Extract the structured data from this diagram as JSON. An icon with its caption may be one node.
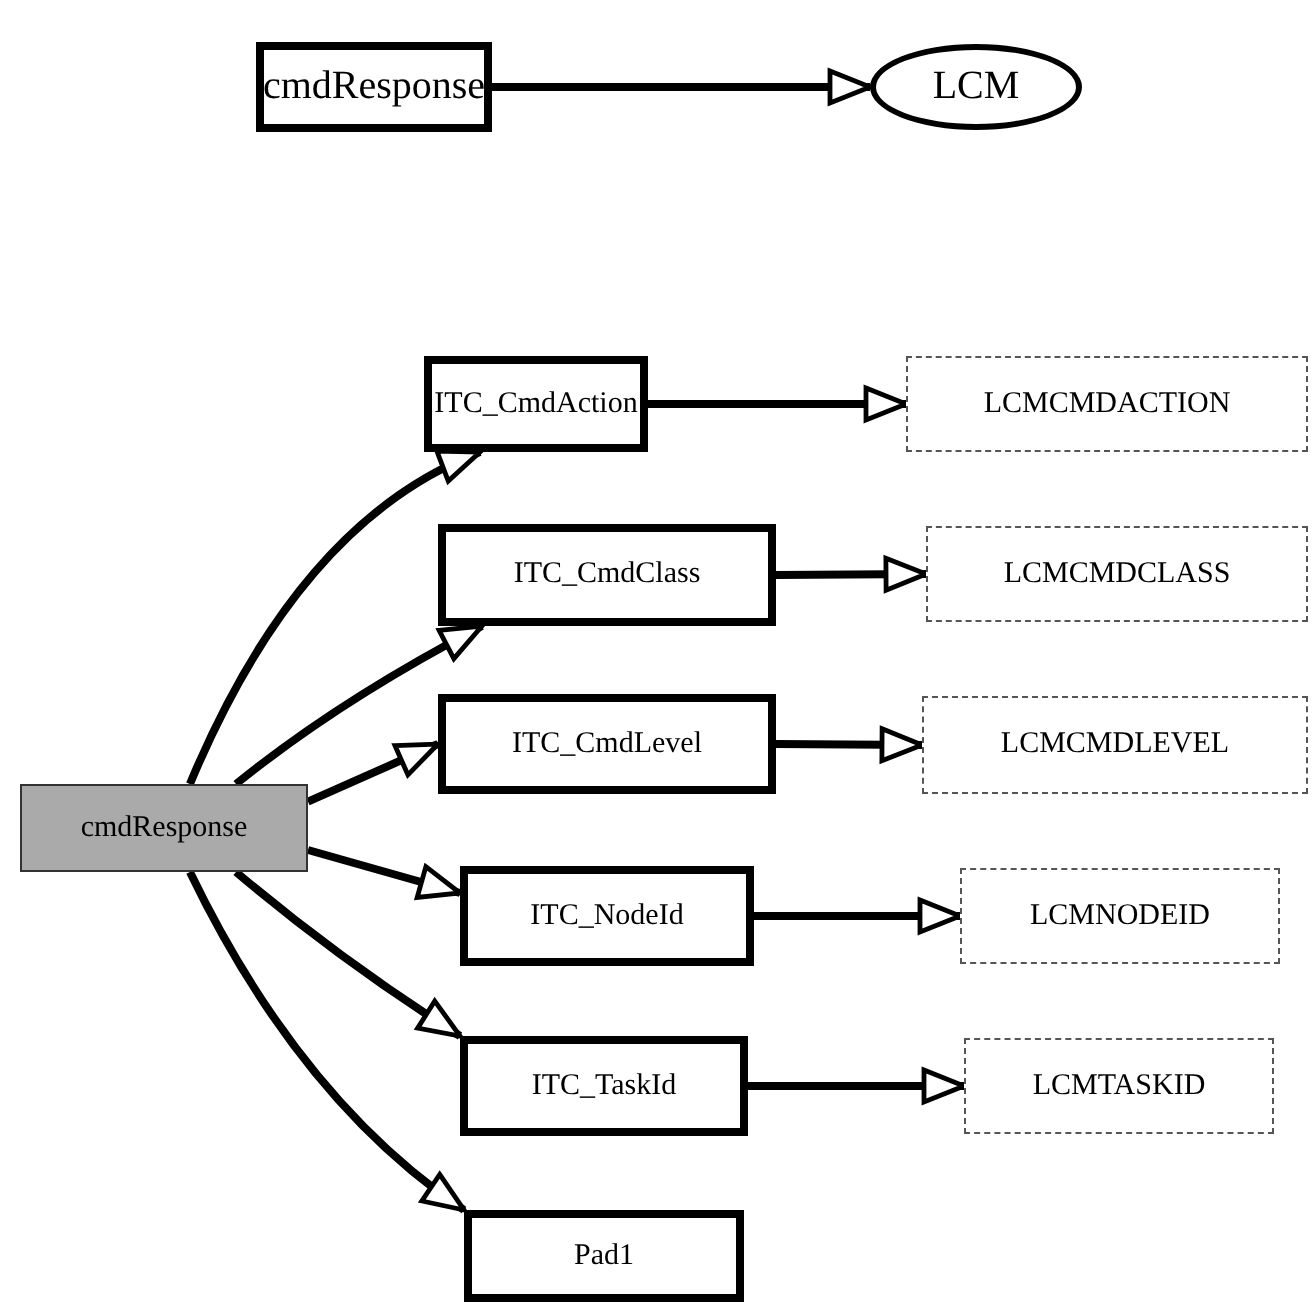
{
  "diagram": {
    "nodes": [
      {
        "text": [
          "cmdResponse"
        ]
      },
      {
        "text": [
          "LCM"
        ]
      },
      {
        "text": [
          "cmdResponse"
        ]
      },
      {
        "text": [
          "ITC_CmdAction"
        ]
      },
      {
        "text": [
          "LCMCMDACTION"
        ]
      },
      {
        "text": [
          "ITC_CmdClass"
        ]
      },
      {
        "text": [
          "LCMCMDCLASS"
        ]
      },
      {
        "text": [
          "ITC_CmdLevel"
        ]
      },
      {
        "text": [
          "LCMCMDLEVEL"
        ]
      },
      {
        "text": [
          "ITC_NodeId"
        ]
      },
      {
        "text": [
          "LCMNODEID"
        ]
      },
      {
        "text": [
          "ITC_TaskId"
        ]
      },
      {
        "text": [
          "LCMTASKID"
        ]
      },
      {
        "text": [
          "Pad1"
        ]
      }
    ],
    "edges": [
      {
        "from": 0,
        "to": 1,
        "arrow": "to"
      },
      {
        "from": 2,
        "to": 3,
        "arrow": "to"
      },
      {
        "from": 2,
        "to": 5,
        "arrow": "to"
      },
      {
        "from": 2,
        "to": 7,
        "arrow": "to"
      },
      {
        "from": 2,
        "to": 9,
        "arrow": "to"
      },
      {
        "from": 2,
        "to": 11,
        "arrow": "to"
      },
      {
        "from": 2,
        "to": 13,
        "arrow": "to"
      },
      {
        "from": 3,
        "to": 4,
        "arrow": "to"
      },
      {
        "from": 5,
        "to": 6,
        "arrow": "to"
      },
      {
        "from": 7,
        "to": 8,
        "arrow": "to"
      },
      {
        "from": 9,
        "to": 10,
        "arrow": "to"
      },
      {
        "from": 11,
        "to": 12,
        "arrow": "to"
      }
    ]
  }
}
